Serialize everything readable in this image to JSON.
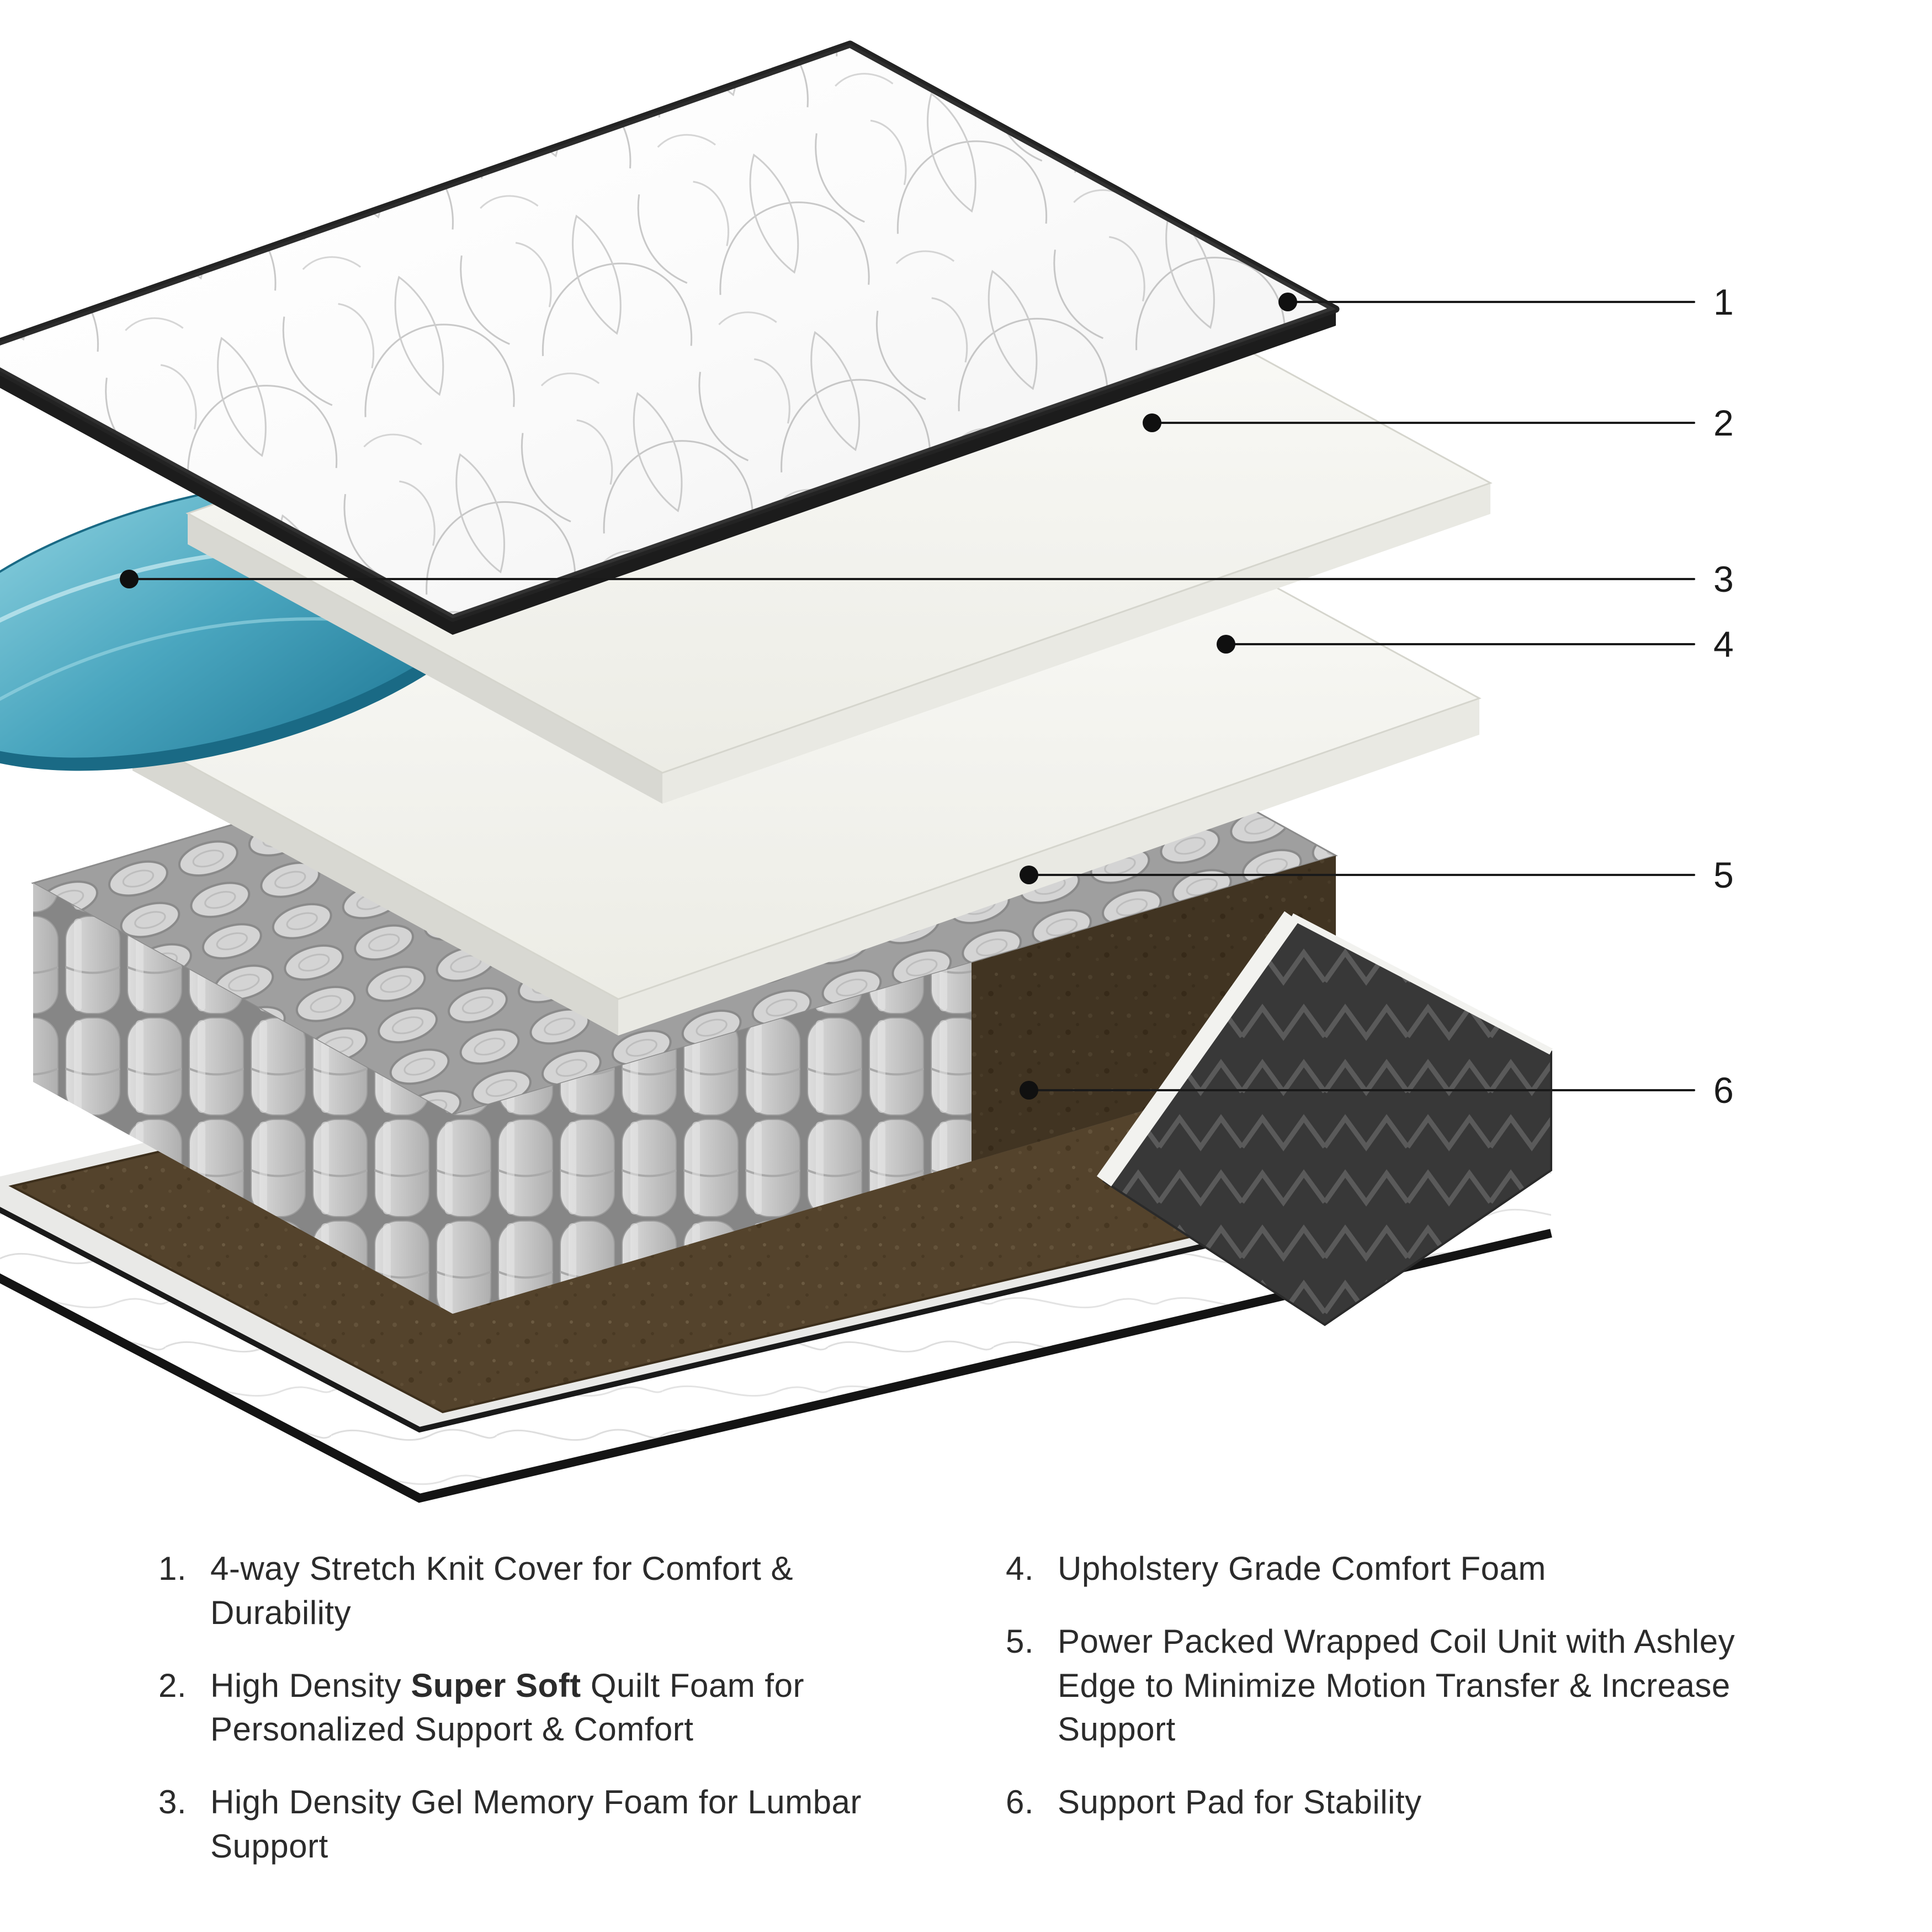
{
  "colors": {
    "background": "#ffffff",
    "callout_line": "#1a1a1a",
    "text": "#2b2b2b",
    "gel_blue": "#3f9fba",
    "coil_gray": "#c9c9c9",
    "pad_brown": "#54432c",
    "fabric_dark": "#3a3a3a",
    "binding_black": "#1c1c1c"
  },
  "diagram": {
    "callouts": [
      {
        "number": "1"
      },
      {
        "number": "2"
      },
      {
        "number": "3"
      },
      {
        "number": "4"
      },
      {
        "number": "5"
      },
      {
        "number": "6"
      }
    ]
  },
  "legend": {
    "columns": [
      {
        "items": [
          {
            "number": "1.",
            "prefix": "4-way Stretch Knit Cover for Comfort & Durability",
            "bold": "",
            "suffix": ""
          },
          {
            "number": "2.",
            "prefix": "High Density ",
            "bold": "Super Soft",
            "suffix": " Quilt Foam for Personalized Support & Comfort"
          },
          {
            "number": "3.",
            "prefix": "High Density Gel Memory Foam for Lumbar Support",
            "bold": "",
            "suffix": ""
          }
        ]
      },
      {
        "items": [
          {
            "number": "4.",
            "prefix": "Upholstery Grade Comfort Foam",
            "bold": "",
            "suffix": ""
          },
          {
            "number": "5.",
            "prefix": "Power Packed Wrapped Coil Unit with Ashley Edge to Minimize Motion Transfer & Increase Support",
            "bold": "",
            "suffix": ""
          },
          {
            "number": "6.",
            "prefix": "Support Pad for Stability",
            "bold": "",
            "suffix": ""
          }
        ]
      }
    ]
  }
}
